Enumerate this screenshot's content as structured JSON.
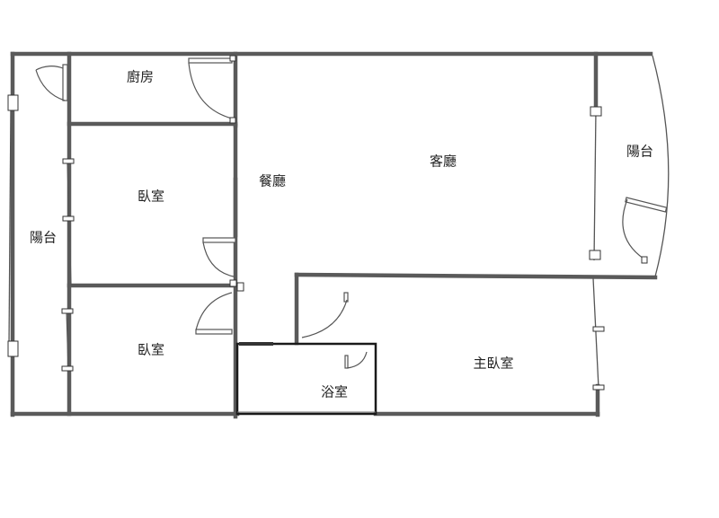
{
  "rooms": {
    "kitchen": "廚房",
    "bedroom_upper": "臥室",
    "bedroom_lower": "臥室",
    "balcony_left": "陽台",
    "dining": "餐廳",
    "living": "客廳",
    "balcony_right": "陽台",
    "master_bedroom": "主臥室",
    "bathroom": "浴室"
  },
  "colors": {
    "wall": "#5a5a5a",
    "wall_dark": "#1a1a1a",
    "background": "#ffffff",
    "label": "#222222"
  }
}
